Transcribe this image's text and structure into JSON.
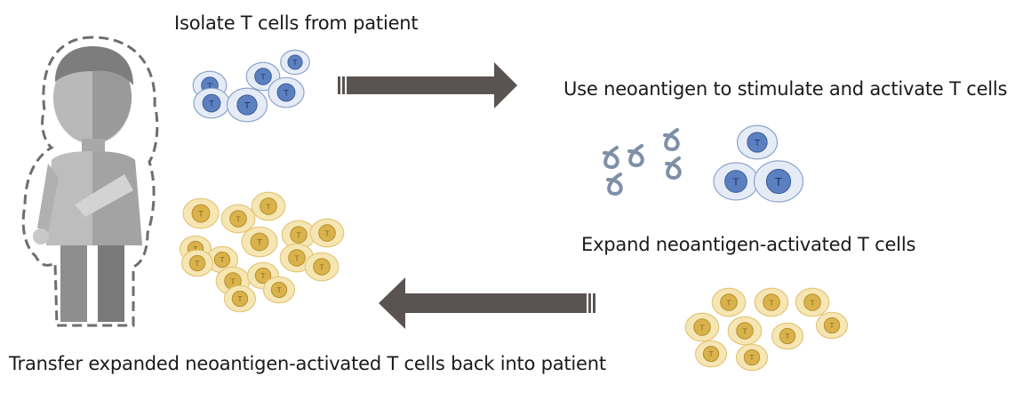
{
  "steps": {
    "isolate": "Isolate T cells from patient",
    "stimulate": "Use neoantigen to stimulate and activate T cells",
    "expand": "Expand neoantigen-activated T cells",
    "transfer": "Transfer expanded neoantigen-activated T cells back into patient"
  },
  "cell_letter": "T",
  "colors": {
    "blue_nucleus": "#5b7fbf",
    "blue_cell": "#e6ecf6",
    "yellow_nucleus": "#d9b24c",
    "yellow_cell": "#f6e6b4",
    "arrow": "#595452",
    "antigen": "#7e8fa8",
    "figure_dark": "#8a8a8a",
    "figure_light": "#b5b5b5"
  }
}
